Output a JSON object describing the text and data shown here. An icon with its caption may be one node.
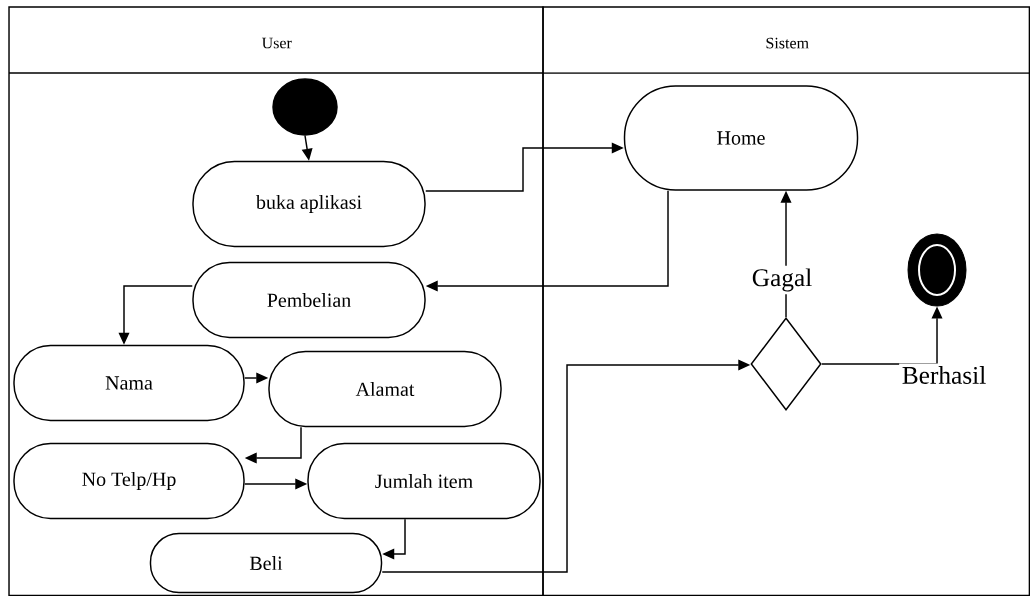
{
  "diagram": {
    "nodes": [
      {
        "text": [
          "User"
        ]
      },
      {
        "text": [
          "Sistem"
        ]
      },
      {
        "text": [],
        "shape": "circle",
        "in": 0
      },
      {
        "text": [
          "buka aplikasi"
        ],
        "in": 0
      },
      {
        "text": [
          "Home"
        ],
        "in": 1
      },
      {
        "text": [
          "Pembelian"
        ],
        "in": 0
      },
      {
        "text": [
          "Nama"
        ],
        "in": 0
      },
      {
        "text": [
          "Alamat"
        ],
        "in": 0
      },
      {
        "text": [
          "No Telp/Hp"
        ],
        "in": 0
      },
      {
        "text": [
          "Jumlah item"
        ],
        "in": 0
      },
      {
        "text": [
          "Beli"
        ],
        "in": 0
      },
      {
        "text": [],
        "shape": "diamond",
        "in": 1
      },
      {
        "text": [],
        "shape": "circle",
        "in": 1
      }
    ],
    "edges": [
      {
        "from": 2,
        "to": 3,
        "arrow": "to"
      },
      {
        "from": 3,
        "to": 4,
        "arrow": "to"
      },
      {
        "from": 4,
        "to": 5,
        "arrow": "to"
      },
      {
        "from": 5,
        "to": 6,
        "arrow": "to"
      },
      {
        "from": 6,
        "to": 7,
        "arrow": "to"
      },
      {
        "from": 7,
        "to": 8,
        "arrow": "to"
      },
      {
        "from": 8,
        "to": 9,
        "arrow": "to"
      },
      {
        "from": 9,
        "to": 10,
        "arrow": "to"
      },
      {
        "from": 10,
        "to": 11,
        "arrow": "to"
      },
      {
        "from": 11,
        "to": 4,
        "arrow": "to",
        "label": "Gagal"
      },
      {
        "from": 11,
        "to": 12,
        "arrow": "to",
        "label": "Berhasil"
      }
    ]
  }
}
